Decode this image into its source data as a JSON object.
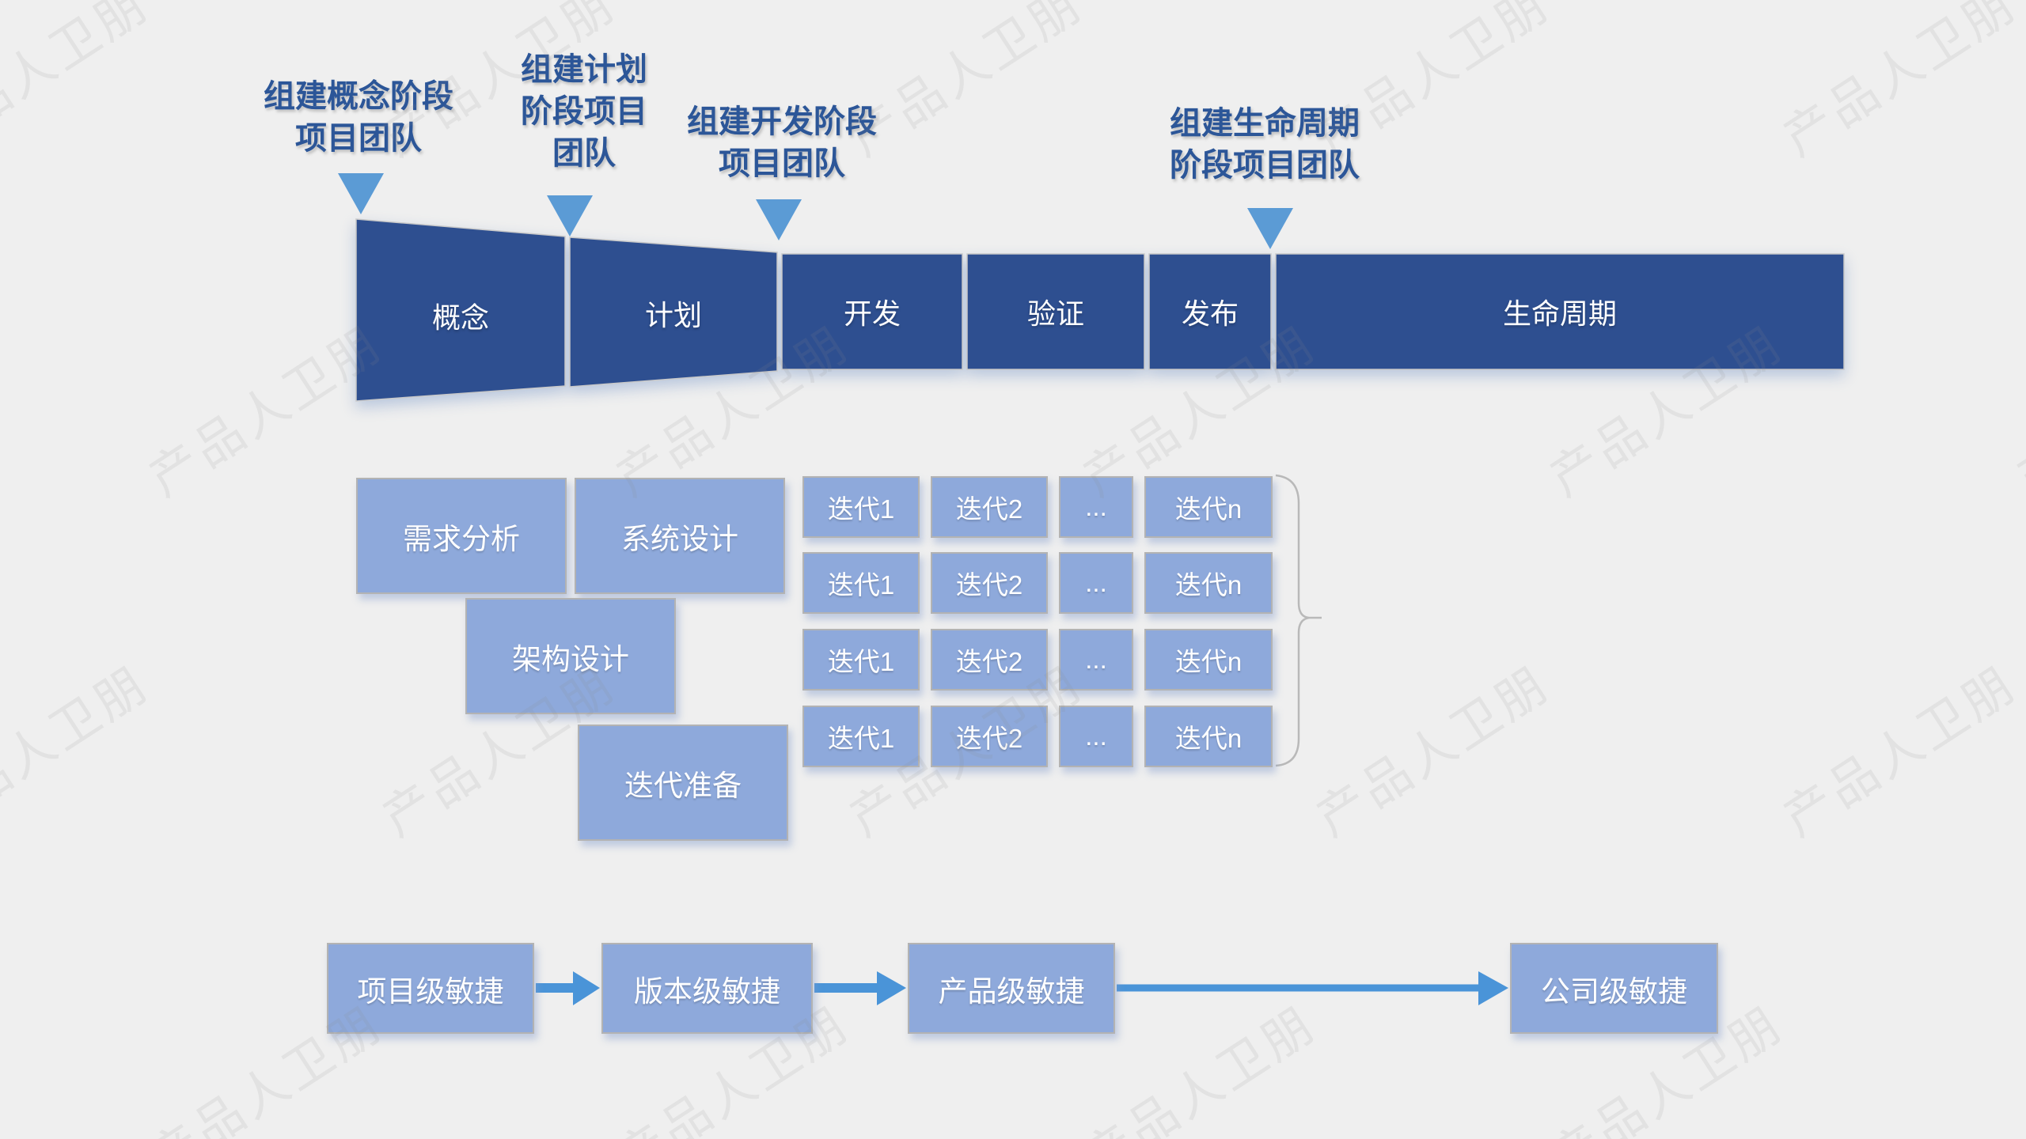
{
  "colors": {
    "background": "#efefef",
    "bar_fill": "#2e4f90",
    "box_fill": "#8ea9db",
    "accent": "#5b9bd5",
    "arrow": "#4a94d8",
    "annotation_text": "#2c5698",
    "white_text": "#ffffff",
    "outline": "#b9b9b9"
  },
  "watermark": {
    "text": "产品人卫朋"
  },
  "annotations": [
    {
      "label": "组建概念阶段\n项目团队"
    },
    {
      "label": "组建计划\n阶段项目\n团队"
    },
    {
      "label": "组建开发阶段\n项目团队"
    },
    {
      "label": "组建生命周期\n阶段项目团队"
    }
  ],
  "funnel": {
    "phases": [
      {
        "label": "概念"
      },
      {
        "label": "计划"
      },
      {
        "label": "开发"
      },
      {
        "label": "验证"
      },
      {
        "label": "发布"
      },
      {
        "label": "生命周期"
      }
    ]
  },
  "work_boxes": [
    {
      "label": "需求分析"
    },
    {
      "label": "系统设计"
    },
    {
      "label": "架构设计"
    },
    {
      "label": "迭代准备"
    }
  ],
  "iteration_grid": {
    "rows": [
      {
        "cells": [
          "迭代1",
          "迭代2",
          "...",
          "迭代n"
        ]
      },
      {
        "cells": [
          "迭代1",
          "迭代2",
          "...",
          "迭代n"
        ]
      },
      {
        "cells": [
          "迭代1",
          "迭代2",
          "...",
          "迭代n"
        ]
      },
      {
        "cells": [
          "迭代1",
          "迭代2",
          "...",
          "迭代n"
        ]
      }
    ]
  },
  "agile_flow": [
    {
      "label": "项目级敏捷"
    },
    {
      "label": "版本级敏捷"
    },
    {
      "label": "产品级敏捷"
    },
    {
      "label": "公司级敏捷"
    }
  ]
}
